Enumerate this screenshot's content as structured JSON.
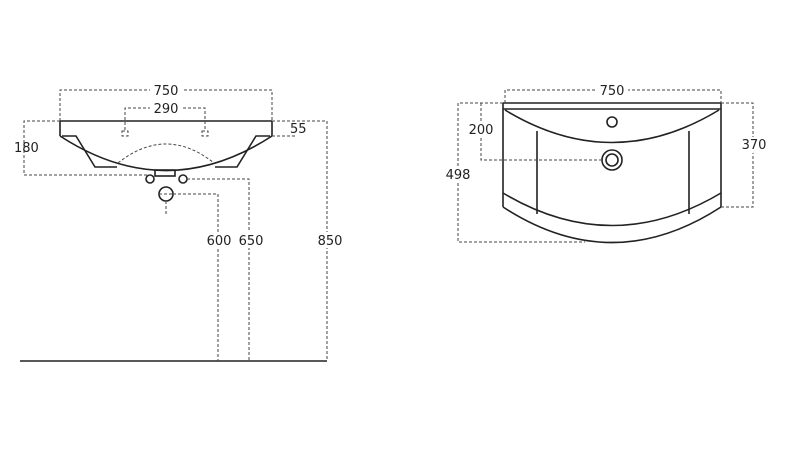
{
  "front_view": {
    "width_label": "750",
    "tap_spacing_label": "290",
    "rim_thickness_label": "55",
    "depth_label": "180",
    "siphon_height_label": "600",
    "overflow_height_label": "650",
    "total_height_label": "850"
  },
  "top_view": {
    "width_label": "750",
    "drain_offset_label": "200",
    "side_depth_label": "370",
    "total_depth_label": "498"
  }
}
